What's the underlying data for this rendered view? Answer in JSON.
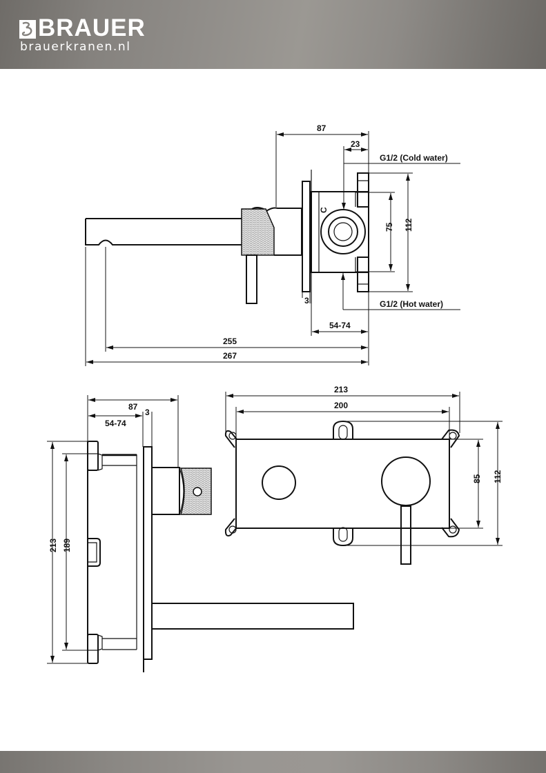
{
  "header": {
    "brand_name": "BRAUER",
    "website": "brauerkranen.nl",
    "logo_icon": "brauer-b-monogram-icon"
  },
  "drawing": {
    "top_view": {
      "dimensions": {
        "depth_total": "87",
        "inlet_offset": "23",
        "inlet_spacing": "75",
        "box_height": "112",
        "plate_thickness": "3",
        "wall_depth": "54-74",
        "spout_reach": "255",
        "overall_length": "267"
      },
      "labels": {
        "cold_inlet": "G1/2 (Cold water)",
        "hot_inlet": "G1/2 (Hot water)",
        "cold_marker": "C"
      }
    },
    "side_view": {
      "dimensions": {
        "depth_total": "87",
        "wall_depth": "54-74",
        "plate_thickness": "3",
        "box_height": "213",
        "inlet_spacing": "189"
      }
    },
    "front_view": {
      "dimensions": {
        "box_width": "213",
        "plate_width": "200",
        "plate_height": "85",
        "box_height": "112"
      }
    }
  }
}
